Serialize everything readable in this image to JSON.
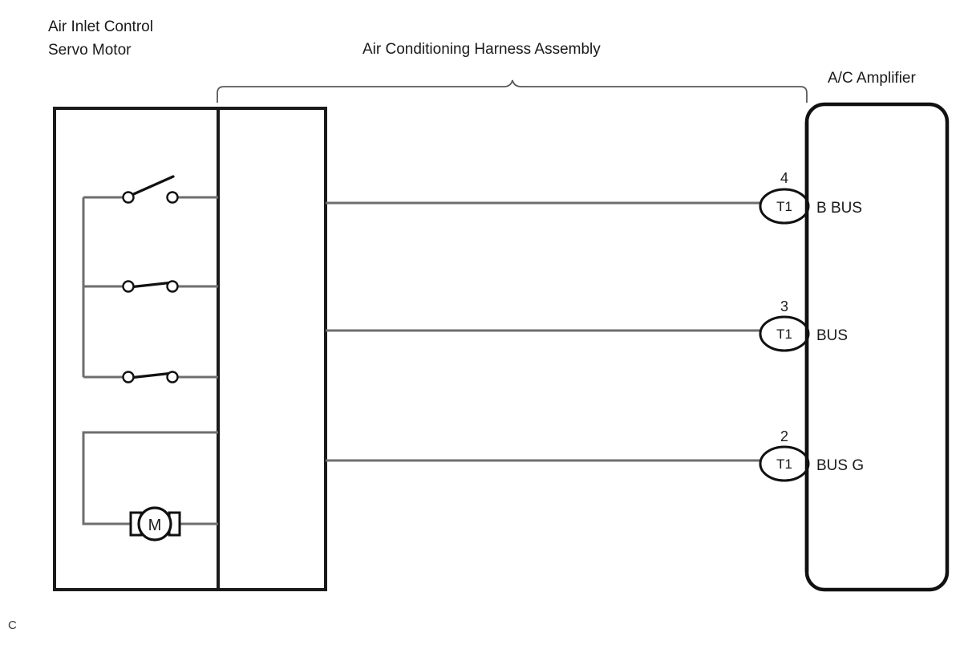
{
  "diagram": {
    "title_left": "Air Inlet Control\nServo Motor",
    "labels": {
      "servo_motor_line1": "Air Inlet Control",
      "servo_motor_line2": "Servo Motor",
      "harness_assembly": "Air Conditioning Harness Assembly",
      "ac_amplifier": "A/C Amplifier",
      "corner_mark": "C",
      "motor_symbol": "M"
    },
    "terminals": [
      {
        "pin": "4",
        "code": "T1",
        "signal": "B BUS"
      },
      {
        "pin": "3",
        "code": "T1",
        "signal": "BUS"
      },
      {
        "pin": "2",
        "code": "T1",
        "signal": "BUS G"
      }
    ],
    "switches": [
      {
        "name": "switch-contact-1",
        "state": "open"
      },
      {
        "name": "switch-contact-2",
        "state": "closed"
      },
      {
        "name": "switch-contact-3",
        "state": "closed"
      }
    ],
    "colors": {
      "background": "#ffffff",
      "outline": "#1a1a1a",
      "wire": "#6e6e6e",
      "amplifier_outline": "#111111",
      "brace": "#5a5a5a"
    }
  }
}
